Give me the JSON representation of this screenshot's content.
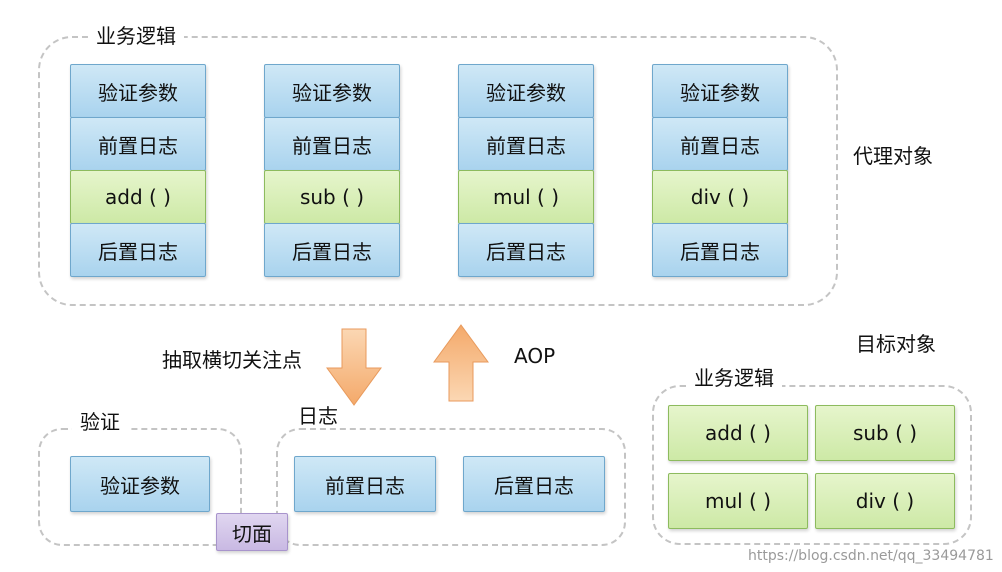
{
  "top_group": {
    "label": "业务逻辑",
    "columns": [
      {
        "validate": "验证参数",
        "pre_log": "前置日志",
        "method": "add ( )",
        "post_log": "后置日志"
      },
      {
        "validate": "验证参数",
        "pre_log": "前置日志",
        "method": "sub ( )",
        "post_log": "后置日志"
      },
      {
        "validate": "验证参数",
        "pre_log": "前置日志",
        "method": "mul ( )",
        "post_log": "后置日志"
      },
      {
        "validate": "验证参数",
        "pre_log": "前置日志",
        "method": "div ( )",
        "post_log": "后置日志"
      }
    ]
  },
  "proxy_label": "代理对象",
  "target_label": "目标对象",
  "extract_label": "抽取横切关注点",
  "aop_label": "AOP",
  "validate_group": {
    "label": "验证",
    "item": "验证参数"
  },
  "log_group": {
    "label": "日志",
    "pre": "前置日志",
    "post": "后置日志"
  },
  "aspect_label": "切面",
  "target_group": {
    "label": "业务逻辑",
    "methods": [
      "add ( )",
      "sub ( )",
      "mul ( )",
      "div ( )"
    ]
  },
  "watermark": "https://blog.csdn.net/qq_33494781",
  "colors": {
    "blue": "#a9d3ee",
    "green": "#cde9a6",
    "purple": "#c9b9e3",
    "arrow": "#f7b77a"
  }
}
